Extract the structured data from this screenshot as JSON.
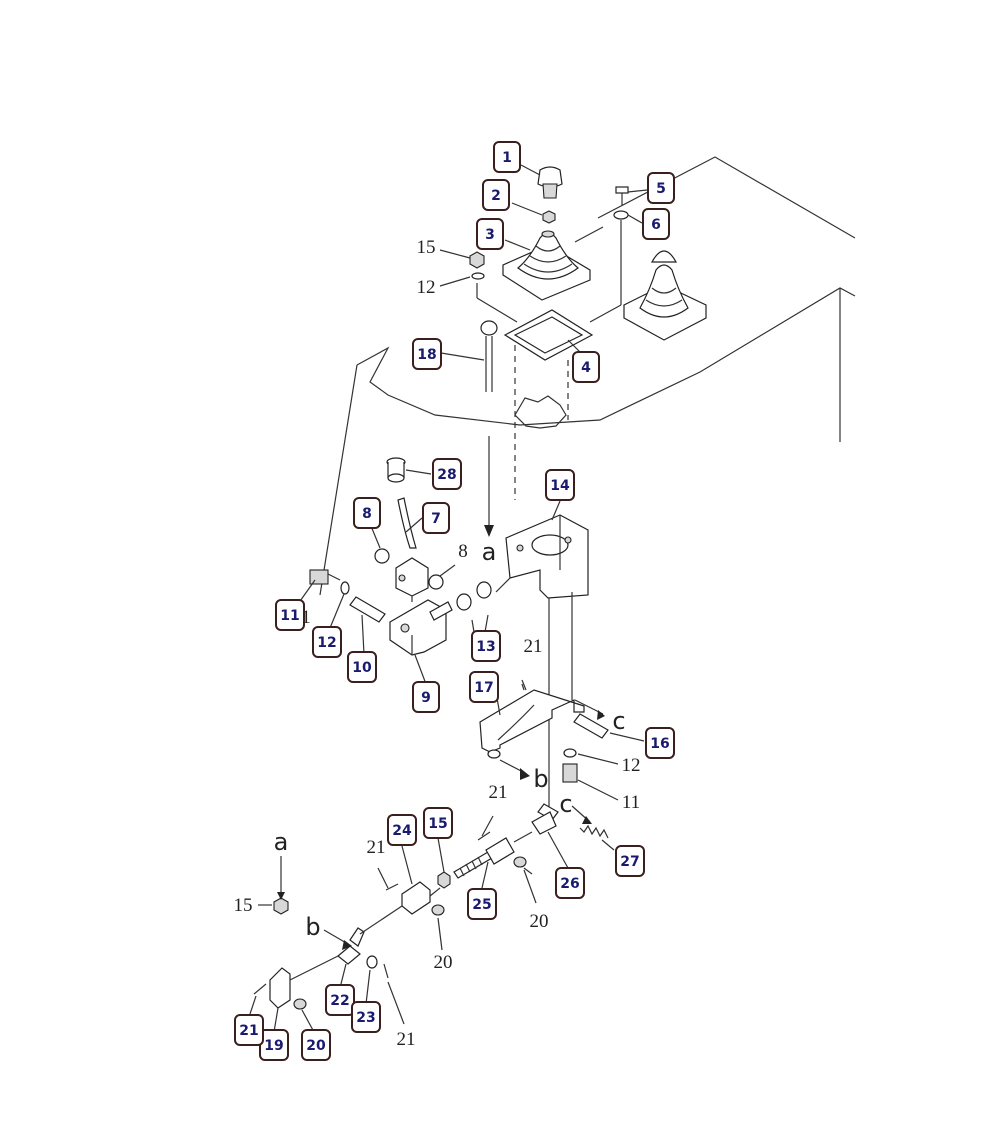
{
  "callouts": [
    {
      "id": "c1",
      "text": "1"
    },
    {
      "id": "c2",
      "text": "2"
    },
    {
      "id": "c3",
      "text": "3"
    },
    {
      "id": "c4",
      "text": "4"
    },
    {
      "id": "c5",
      "text": "5"
    },
    {
      "id": "c6",
      "text": "6"
    },
    {
      "id": "c7",
      "text": "7"
    },
    {
      "id": "c8",
      "text": "8"
    },
    {
      "id": "c9",
      "text": "9"
    },
    {
      "id": "c10",
      "text": "10"
    },
    {
      "id": "c11",
      "text": "11"
    },
    {
      "id": "c12",
      "text": "12"
    },
    {
      "id": "c13",
      "text": "13"
    },
    {
      "id": "c14",
      "text": "14"
    },
    {
      "id": "c15a",
      "text": "15"
    },
    {
      "id": "c16",
      "text": "16"
    },
    {
      "id": "c17",
      "text": "17"
    },
    {
      "id": "c18",
      "text": "18"
    },
    {
      "id": "c19",
      "text": "19"
    },
    {
      "id": "c20a",
      "text": "20"
    },
    {
      "id": "c21a",
      "text": "21"
    },
    {
      "id": "c22",
      "text": "22"
    },
    {
      "id": "c23",
      "text": "23"
    },
    {
      "id": "c24",
      "text": "24"
    },
    {
      "id": "c25",
      "text": "25"
    },
    {
      "id": "c26",
      "text": "26"
    },
    {
      "id": "c27",
      "text": "27"
    },
    {
      "id": "c28",
      "text": "28"
    }
  ],
  "plain_labels": [
    {
      "id": "p15a",
      "text": "15"
    },
    {
      "id": "p12a",
      "text": "12"
    },
    {
      "id": "p8",
      "text": "8"
    },
    {
      "id": "p1",
      "text": "1"
    },
    {
      "id": "p21a",
      "text": "21"
    },
    {
      "id": "p12b",
      "text": "12"
    },
    {
      "id": "p11",
      "text": "11"
    },
    {
      "id": "p21b",
      "text": "21"
    },
    {
      "id": "p21c",
      "text": "21"
    },
    {
      "id": "p20a",
      "text": "20"
    },
    {
      "id": "p20b",
      "text": "20"
    },
    {
      "id": "p15b",
      "text": "15"
    },
    {
      "id": "p21d",
      "text": "21"
    }
  ],
  "ref_letters": [
    {
      "id": "la1",
      "text": "a"
    },
    {
      "id": "lb1",
      "text": "b"
    },
    {
      "id": "lc1",
      "text": "c"
    },
    {
      "id": "lc2",
      "text": "c"
    },
    {
      "id": "la2",
      "text": "a"
    },
    {
      "id": "lb2",
      "text": "b"
    }
  ]
}
